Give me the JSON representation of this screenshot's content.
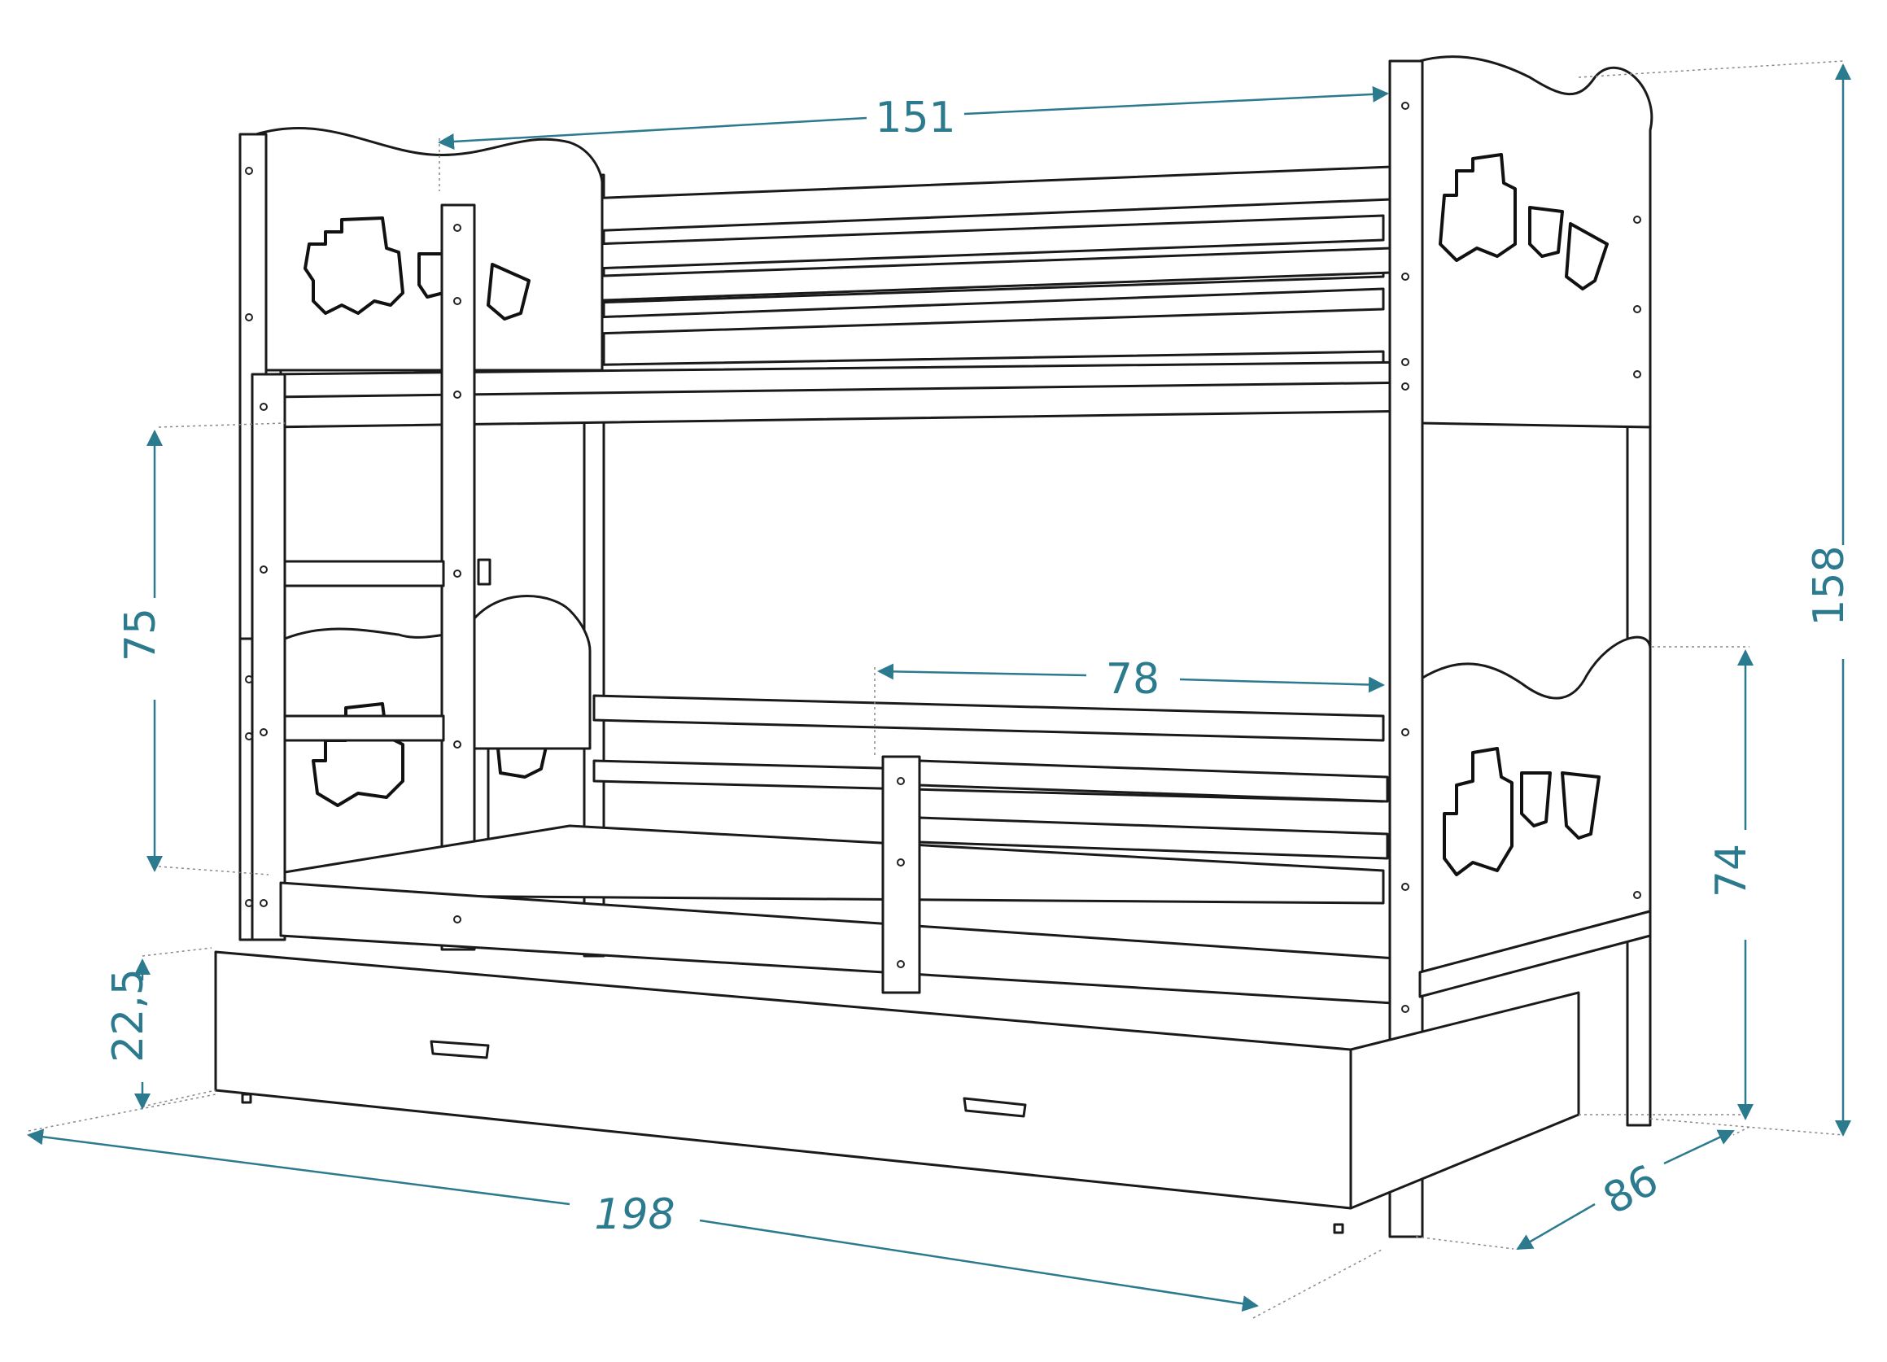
{
  "dimensions": {
    "top_length": "151",
    "total_height": "158",
    "upper_bed_clearance": "75",
    "lower_guard_length": "78",
    "lower_height": "74",
    "drawer_height": "22,5",
    "total_length": "198",
    "depth": "86"
  },
  "colors": {
    "dimension": "#2b7a8e",
    "line": "#1a1a1a",
    "background": "#ffffff"
  }
}
